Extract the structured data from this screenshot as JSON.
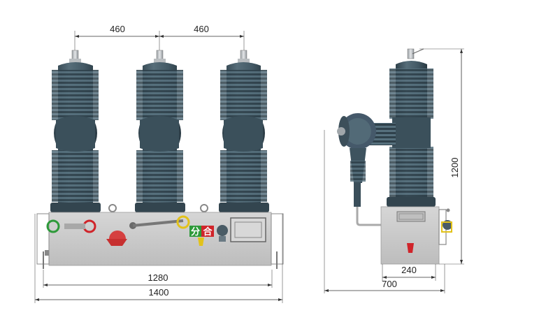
{
  "front_view": {
    "dim_top_left": "460",
    "dim_top_right": "460",
    "dim_bottom_inner": "1280",
    "dim_bottom_outer": "1400",
    "panel_labels": {
      "open": "分",
      "close": "合"
    }
  },
  "side_view": {
    "dim_height": "1200",
    "dim_base_width": "240",
    "dim_total_width": "700"
  },
  "colors": {
    "insulator": "#3e535f",
    "base": "#c8c8c8",
    "open_green": "#2e9a3a",
    "close_red": "#d0242a",
    "dimension_line": "#333333"
  }
}
